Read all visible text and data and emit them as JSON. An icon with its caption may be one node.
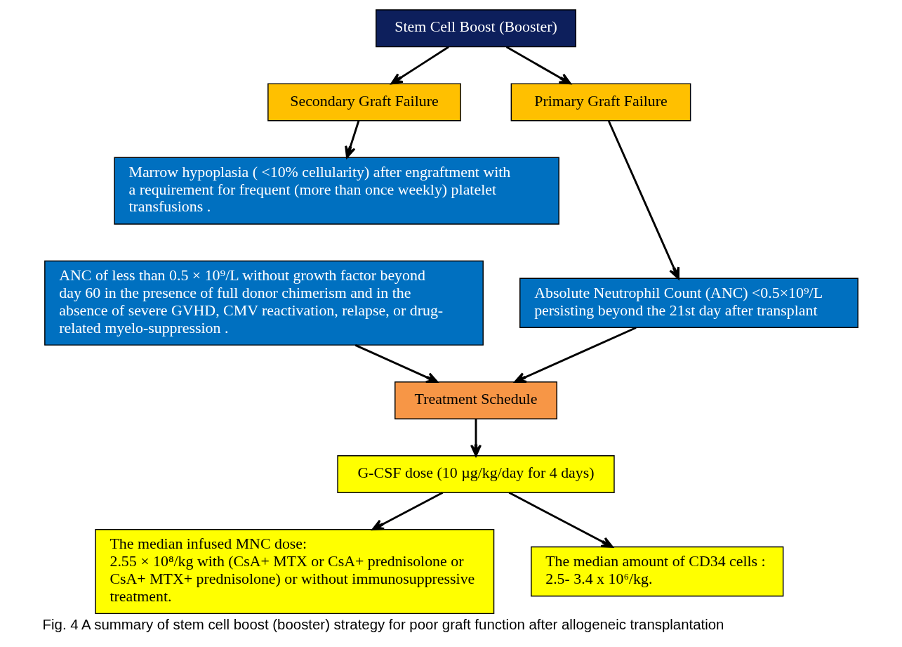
{
  "diagram": {
    "caption": "Fig. 4 A summary of stem cell boost (booster) strategy for poor graft function after allogeneic transplantation",
    "nodes": [
      {
        "text": [
          "Stem Cell Boost (Booster)"
        ]
      },
      {
        "text": [
          "Secondary Graft Failure"
        ]
      },
      {
        "text": [
          "Primary Graft Failure"
        ]
      },
      {
        "text": [
          "Marrow hypoplasia ( <10% cellularity) after engraftment with a requirement for frequent (more than once weekly) platelet transfusions ."
        ]
      },
      {
        "text": [
          "ANC of less than 0.5 × 10⁹/L without growth factor beyond day 60 in the presence of full donor chimerism and in the absence of severe GVHD, CMV reactivation, relapse, or drug-related myelo-suppression ."
        ]
      },
      {
        "text": [
          "Absolute Neutrophil Count (ANC) <0.5×10⁹/L persisting beyond the 21st day after transplant"
        ]
      },
      {
        "text": [
          "Treatment Schedule"
        ]
      },
      {
        "text": [
          "G-CSF dose (10 µg/kg/day for 4 days)"
        ]
      },
      {
        "text": [
          "The median infused MNC dose:",
          "2.55 × 10⁸/kg with (CsA+ MTX or CsA+ prednisolone or CsA+ MTX+ prednisolone) or without immunosuppressive treatment."
        ]
      },
      {
        "text": [
          "The median amount of CD34 cells :",
          "2.5- 3.4 x 10⁶/kg."
        ]
      }
    ],
    "edges": [
      {
        "from": 0,
        "to": 1,
        "arrow": "to"
      },
      {
        "from": 0,
        "to": 2,
        "arrow": "to"
      },
      {
        "from": 1,
        "to": 3,
        "arrow": "to"
      },
      {
        "from": 2,
        "to": 5,
        "arrow": "to"
      },
      {
        "from": 5,
        "to": 6,
        "arrow": "to"
      },
      {
        "from": 4,
        "to": 6,
        "arrow": "to"
      },
      {
        "from": 6,
        "to": 7,
        "arrow": "to"
      },
      {
        "from": 7,
        "to": 8,
        "arrow": "to"
      },
      {
        "from": 7,
        "to": 9,
        "arrow": "to"
      }
    ]
  }
}
